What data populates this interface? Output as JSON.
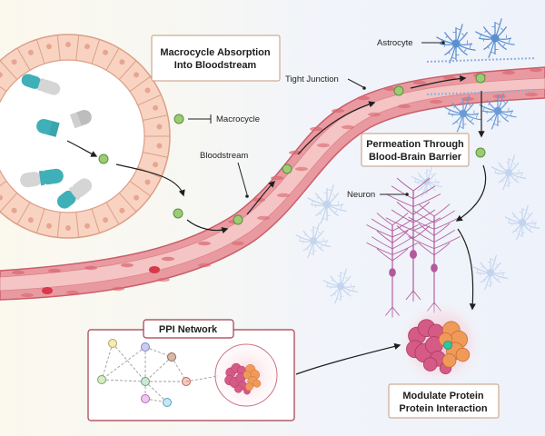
{
  "labels": {
    "absorption_title_line1": "Macrocycle Absorption",
    "absorption_title_line2": "Into Bloodstream",
    "macrocycle": "Macrocycle",
    "astrocyte": "Astrocyte",
    "tight_junction": "Tight Junction",
    "bloodstream": "Bloodstream",
    "permeation_line1": "Permeation Through",
    "permeation_line2": "Blood-Brain Barrier",
    "neuron": "Neuron",
    "ppi_network": "PPI Network",
    "modulate_line1": "Modulate Protein",
    "modulate_line2": "Protein Interaction"
  },
  "colors": {
    "macrocycle_green": "#9ccb75",
    "vessel_red": "#e38b93",
    "cell_peach": "#f8d2c0",
    "capsule_teal": "#3fb0b8",
    "capsule_grey": "#c8c8c8",
    "astrocyte_blue": "#5b8fd0",
    "neuron_purple": "#b25a9c",
    "protein_pink": "#d55a86",
    "protein_orange": "#f09a5a",
    "box_outline": "#a33a4a"
  },
  "ppi_nodes": [
    {
      "color": "#f2ecb5",
      "stroke": "#b0a560"
    },
    {
      "color": "#c9cdf1",
      "stroke": "#7d85c8"
    },
    {
      "color": "#d8b9a6",
      "stroke": "#8e6a56"
    },
    {
      "color": "#d6ecc6",
      "stroke": "#79a461"
    },
    {
      "color": "#cfe7d6",
      "stroke": "#6aa07a"
    },
    {
      "color": "#f5c8c4",
      "stroke": "#c1645c"
    },
    {
      "color": "#f1c5ef",
      "stroke": "#b36cae"
    },
    {
      "color": "#c5e6f3",
      "stroke": "#5aa0c1"
    }
  ]
}
